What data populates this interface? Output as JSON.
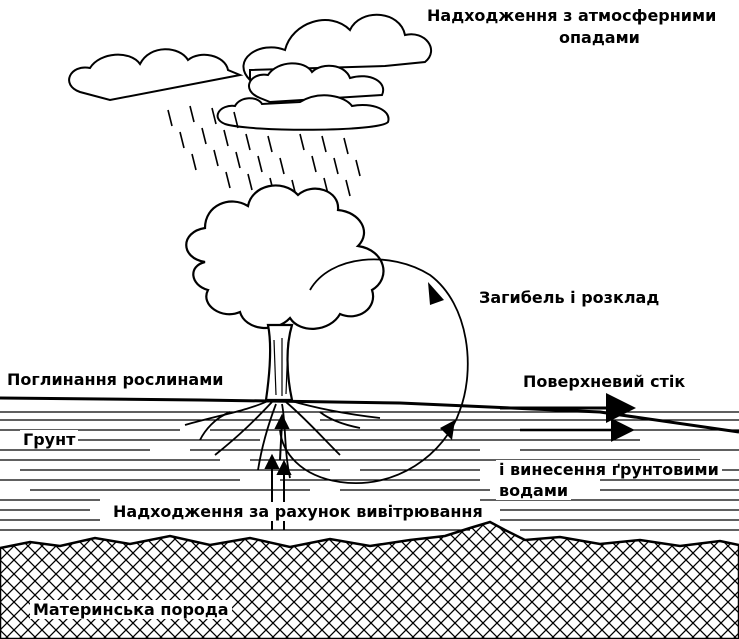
{
  "labels": {
    "atmospheric": "Надходження з атмосферними опадами",
    "atmospheric_line1": "Надходження з атмосферними",
    "atmospheric_line2": "опадами",
    "decay": "Загибель і розклад",
    "plant_uptake": "Поглинання рослинами",
    "runoff": "Поверхневий стік",
    "soil": "Грунт",
    "groundwater": "і винесення ґрунтовими водами",
    "groundwater_line1": "і винесення ґрунтовими",
    "groundwater_line2": "водами",
    "weathering": "Надходження за рахунок вивітрювання",
    "bedrock": "Материнська порода"
  },
  "colors": {
    "ink": "#000000",
    "paper": "#ffffff"
  }
}
